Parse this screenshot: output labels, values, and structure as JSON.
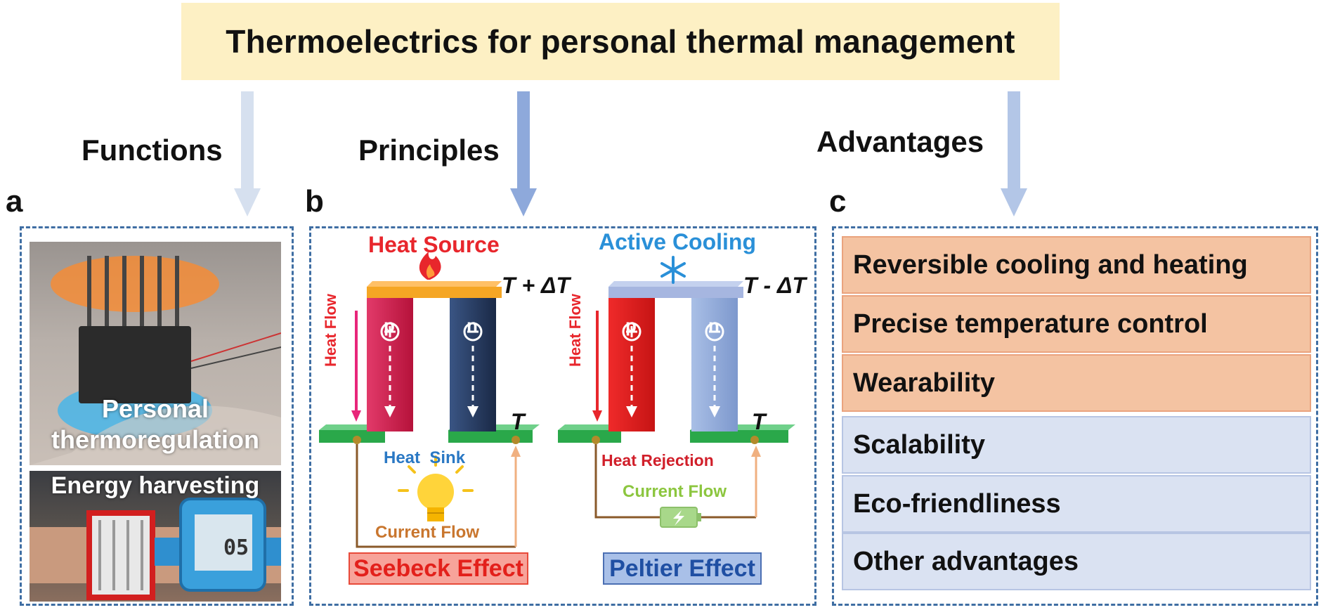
{
  "title": "Thermoelectrics for personal thermal management",
  "headings": {
    "functions": "Functions",
    "principles": "Principles",
    "advantages": "Advantages"
  },
  "panels": {
    "a": {
      "letter": "a",
      "photo1_caption_line1": "Personal",
      "photo1_caption_line2": "thermoregulation",
      "photo2_caption": "Energy harvesting",
      "watch_display": "05"
    },
    "b": {
      "letter": "b",
      "seebeck": {
        "heat_source": "Heat Source",
        "hot_temp": "T + ΔT",
        "cold_temp": "T",
        "heat_flow": "Heat Flow",
        "p_leg": "p",
        "n_leg": "n",
        "heat_sink": "Heat  Sink",
        "current_flow": "Current Flow",
        "effect": "Seebeck Effect"
      },
      "peltier": {
        "active_cooling": "Active Cooling",
        "cold_temp": "T - ΔT",
        "ref_temp": "T",
        "heat_flow": "Heat Flow",
        "p_leg": "p",
        "n_leg": "n",
        "heat_rejection": "Heat Rejection",
        "current_flow": "Current Flow",
        "effect": "Peltier Effect"
      }
    },
    "c": {
      "letter": "c",
      "advantages": [
        "Reversible cooling and heating",
        "Precise temperature control",
        "Wearability",
        "Scalability",
        "Eco-friendliness",
        "Other advantages"
      ]
    }
  },
  "colors": {
    "banner": "#fdf0c4",
    "dashed_border": "#3f6ea3",
    "arrow_light": "#d6e0ef",
    "arrow_mid": "#8ea9db",
    "heat_red": "#e8262c",
    "cool_blue": "#2a78c4",
    "p_leg": "#d11f4a",
    "n_leg": "#24385e",
    "substrate_green": "#2aa84a",
    "adv_orange": "#f4c3a2",
    "adv_blue": "#dae2f2"
  },
  "icons": [
    "flame-icon",
    "snowflake-icon",
    "light-bulb-icon",
    "battery-icon"
  ]
}
